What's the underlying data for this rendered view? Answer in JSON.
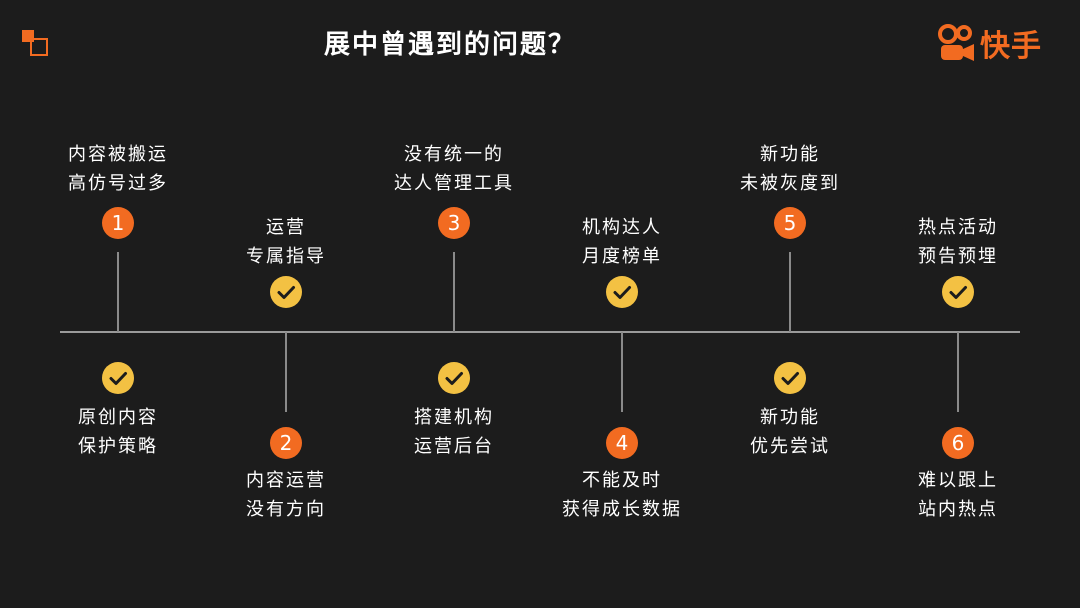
{
  "header": {
    "title": "展中曾遇到的问题？",
    "brand_name": "快手"
  },
  "colors": {
    "background": "#1c1c1c",
    "accent_orange": "#f26b21",
    "check_yellow": "#f3c143",
    "line_gray": "#9a9a9a"
  },
  "timeline": {
    "problems": [
      {
        "number": "1",
        "lines": [
          "内容被搬运",
          "高仿号过多"
        ]
      },
      {
        "number": "2",
        "lines": [
          "内容运营",
          "没有方向"
        ]
      },
      {
        "number": "3",
        "lines": [
          "没有统一的",
          "达人管理工具"
        ]
      },
      {
        "number": "4",
        "lines": [
          "不能及时",
          "获得成长数据"
        ]
      },
      {
        "number": "5",
        "lines": [
          "新功能",
          "未被灰度到"
        ]
      },
      {
        "number": "6",
        "lines": [
          "难以跟上",
          "站内热点"
        ]
      }
    ],
    "solutions": [
      {
        "icon": "check-icon",
        "lines": [
          "原创内容",
          "保护策略"
        ]
      },
      {
        "icon": "check-icon",
        "lines": [
          "运营",
          "专属指导"
        ]
      },
      {
        "icon": "check-icon",
        "lines": [
          "搭建机构",
          "运营后台"
        ]
      },
      {
        "icon": "check-icon",
        "lines": [
          "机构达人",
          "月度榜单"
        ]
      },
      {
        "icon": "check-icon",
        "lines": [
          "新功能",
          "优先尝试"
        ]
      },
      {
        "icon": "check-icon",
        "lines": [
          "热点活动",
          "预告预埋"
        ]
      }
    ]
  }
}
